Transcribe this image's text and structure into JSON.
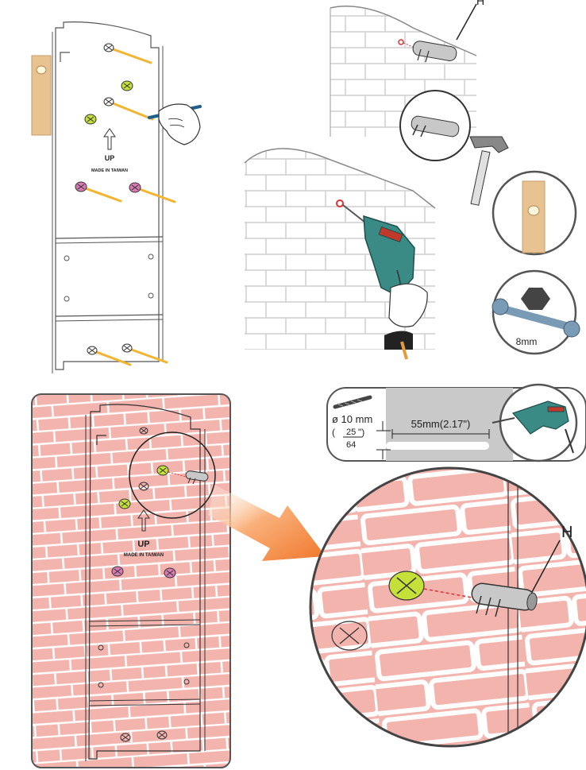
{
  "panels": {
    "marking": {
      "up_label": "UP",
      "made_in_label": "MADE IN TAIWAN"
    },
    "wall_mount": {
      "up_label": "UP",
      "made_in_label": "MADE IN TAIWAN"
    },
    "anchor_detail": {
      "anchor_label": "H"
    },
    "anchor_top": {
      "anchor_label": "H"
    },
    "wrench": {
      "size_label": "8mm"
    },
    "drill_spec": {
      "bit_diameter": "ø 10 mm",
      "fraction_numerator": "25",
      "fraction_denominator": "64",
      "fraction_open": "(",
      "fraction_close": "\")",
      "depth_label": "55mm(2.17\")"
    }
  },
  "colors": {
    "brick_wall": "#f4b4ae",
    "brick_mortar": "#ffffff",
    "pencil_line": "#f2b431",
    "hole_green": "#c6e03a",
    "hole_pink": "#d77ab0",
    "wood_block": "#e8c291",
    "arrow_orange": "#f0762a",
    "drill_teal": "#3a8a86",
    "drill_red": "#c0392b",
    "spec_panel_gray": "#c9c9c9",
    "frame_dark": "#555555"
  }
}
